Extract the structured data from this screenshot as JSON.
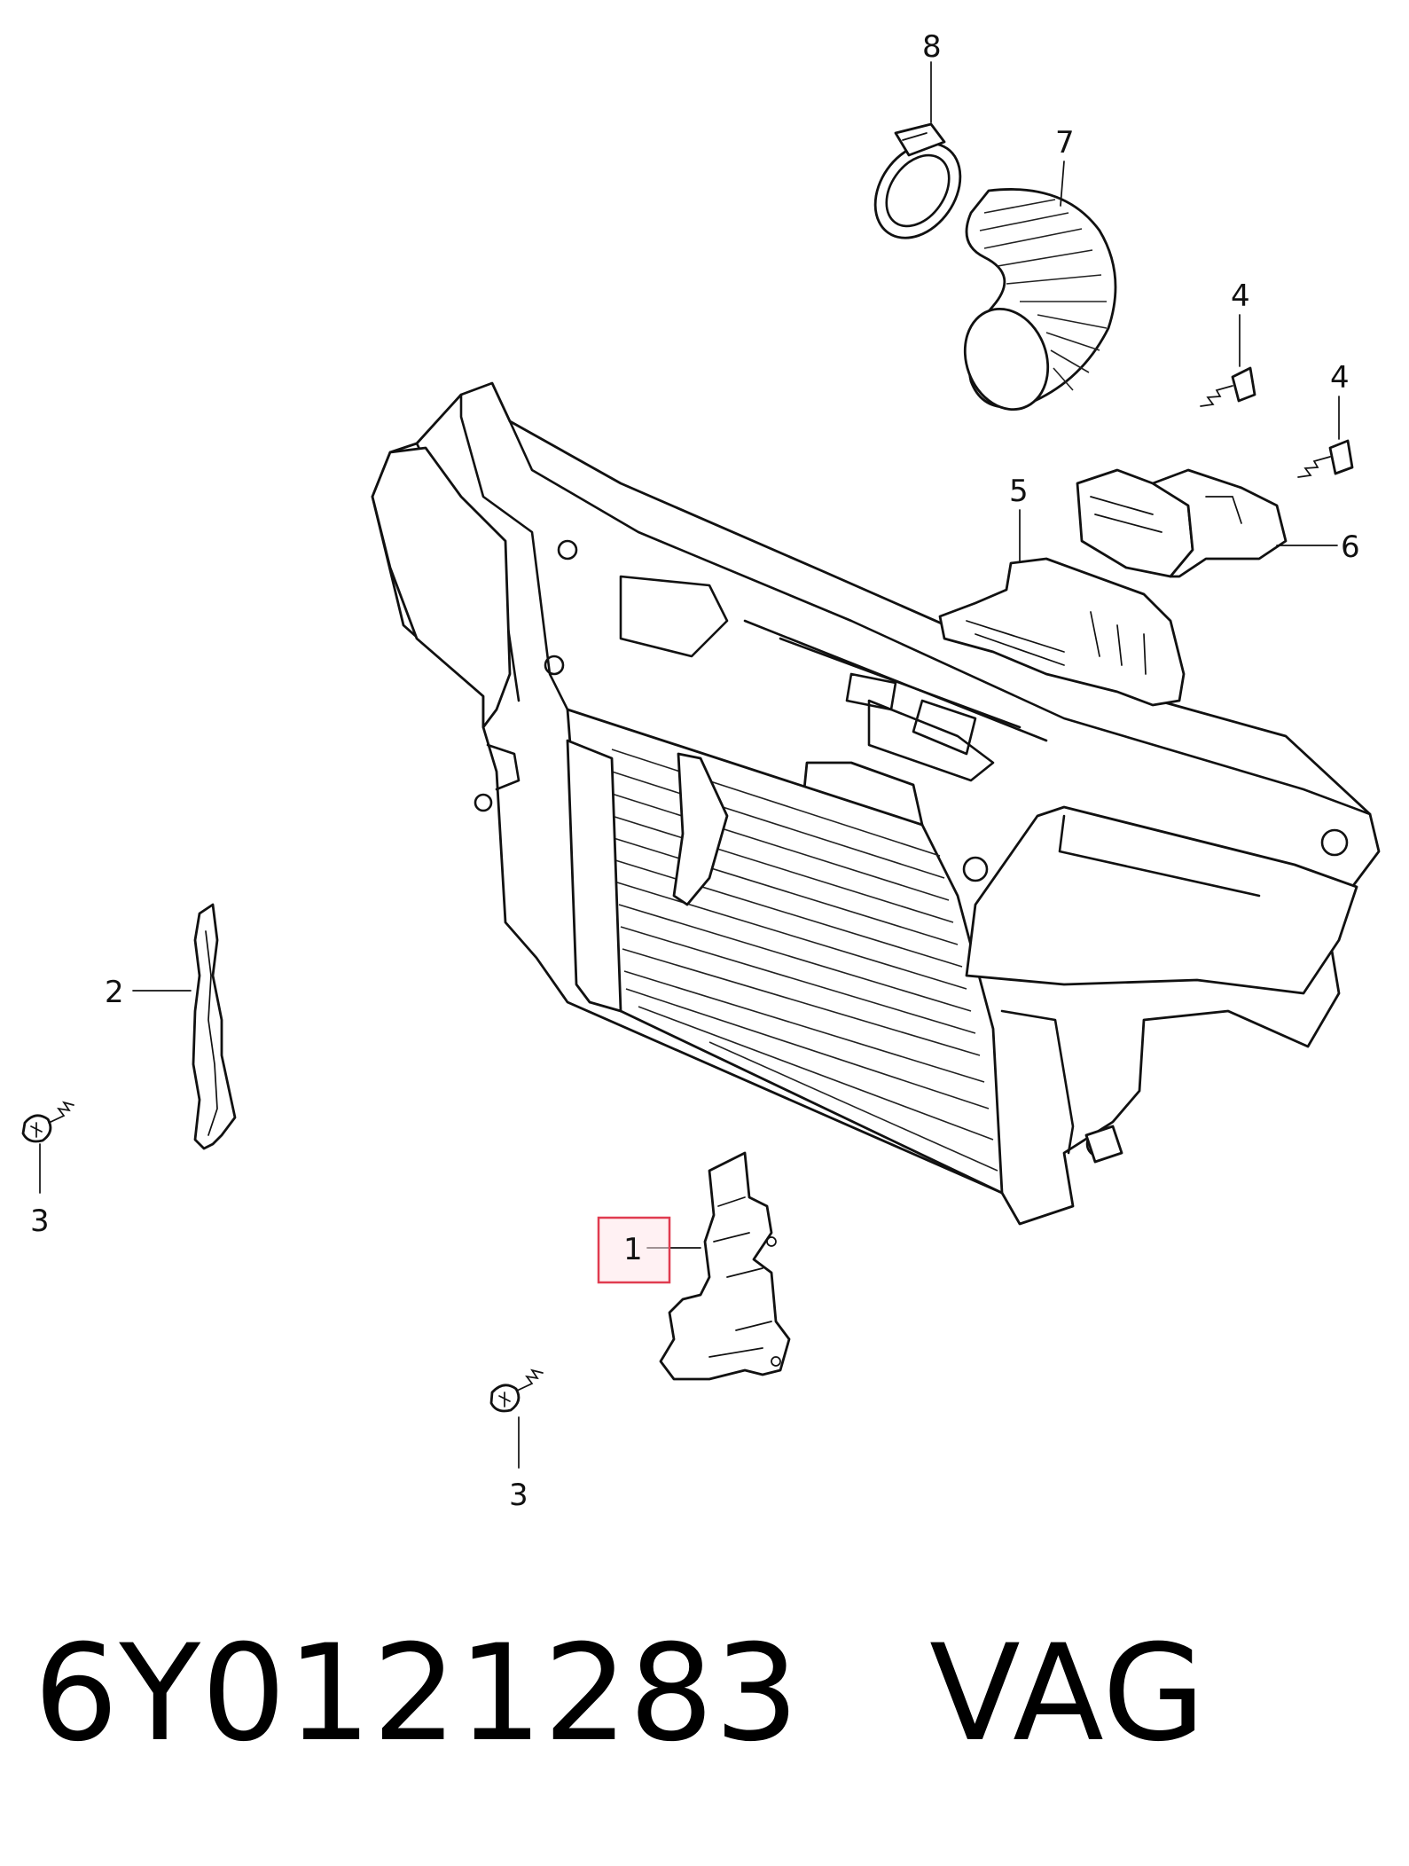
{
  "callouts": {
    "c1": "1",
    "c2": "2",
    "c3a": "3",
    "c3b": "3",
    "c4a": "4",
    "c4b": "4",
    "c5": "5",
    "c6": "6",
    "c7": "7",
    "c8": "8"
  },
  "highlight_color": "#e03c50",
  "part_label": "6Y0121283   VAG"
}
